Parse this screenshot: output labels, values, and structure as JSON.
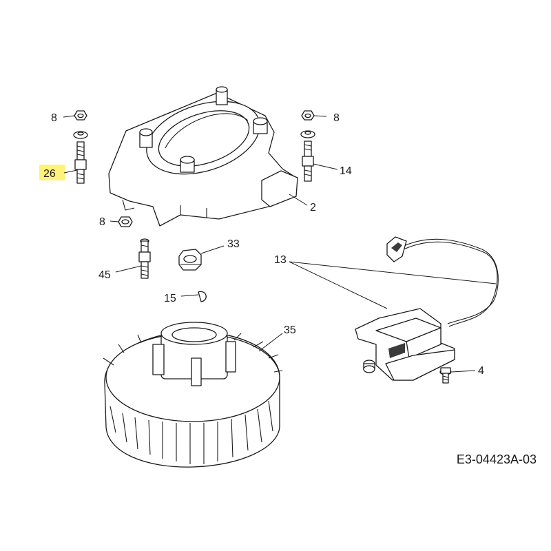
{
  "diagram": {
    "drawing_code": "E3-04423A-03",
    "highlight_color": "#fff27a",
    "callouts": {
      "nut_left_top": "8",
      "nut_right_top": "8",
      "nut_left_mid": "8",
      "stud_left": "26",
      "stud_right": "14",
      "housing": "2",
      "nut_center": "33",
      "stud_lower": "45",
      "key": "15",
      "ignition_coil": "13",
      "flywheel": "35",
      "coil_screw": "4"
    }
  }
}
